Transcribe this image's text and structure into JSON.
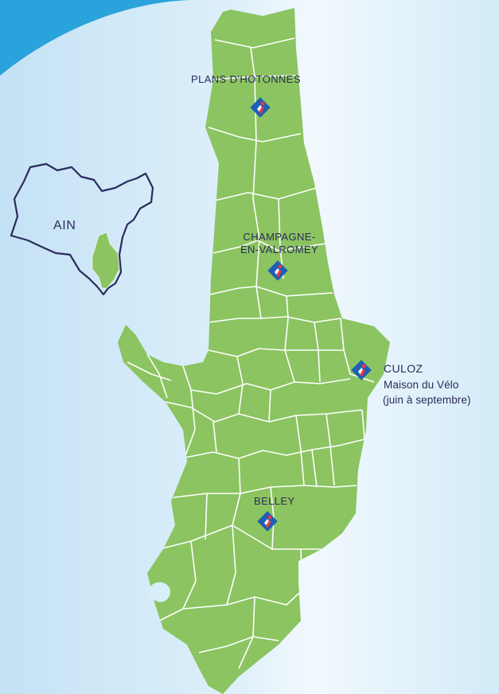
{
  "colors": {
    "land": "#8bc461",
    "commune_border": "#ffffff",
    "ain_outline": "#2c2b5c",
    "text": "#2c2b5c",
    "icon_blue": "#1d5fb4",
    "icon_red": "#e63946"
  },
  "inset": {
    "label": "AIN"
  },
  "locations": [
    {
      "name": "PLANS D'HOTONNES",
      "icon": "tourist-office-icon"
    },
    {
      "line1": "CHAMPAGNE-",
      "line2": "EN-VALROMEY",
      "icon": "tourist-office-icon"
    },
    {
      "name": "CULOZ",
      "detail1": "Maison du Vélo",
      "detail2": "(juin à septembre)",
      "icon": "tourist-office-icon"
    },
    {
      "name": "BELLEY",
      "icon": "tourist-office-icon"
    }
  ]
}
